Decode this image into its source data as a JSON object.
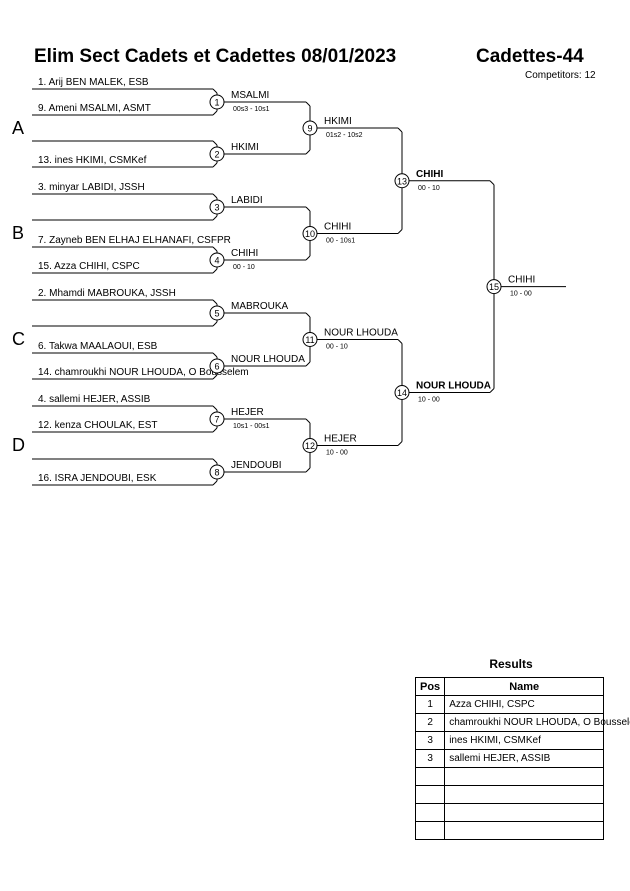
{
  "header": {
    "title": "Elim Sect Cadets et Cadettes  08/01/2023",
    "category": "Cadettes-44",
    "competitors": "Competitors: 12"
  },
  "pools": [
    "A",
    "B",
    "C",
    "D"
  ],
  "entrants": [
    "1. Arij BEN MALEK, ESB",
    "9. Ameni MSALMI, ASMT",
    "13. ines HKIMI, CSMKef",
    "3. minyar LABIDI, JSSH",
    "7. Zayneb BEN ELHAJ ELHANAFI, CSFPR",
    "15. Azza CHIHI, CSPC",
    "2. Mhamdi MABROUKA, JSSH",
    "6. Takwa MAALAOUI, ESB",
    "14. chamroukhi NOUR LHOUDA, O Bousselem",
    "4. sallemi HEJER, ASSIB",
    "12. kenza CHOULAK, EST",
    "16. ISRA JENDOUBI, ESK"
  ],
  "matches": [
    {
      "num": "1",
      "winner": "MSALMI",
      "score": "00s3 - 10s1"
    },
    {
      "num": "2",
      "winner": "HKIMI",
      "score": ""
    },
    {
      "num": "3",
      "winner": "LABIDI",
      "score": ""
    },
    {
      "num": "4",
      "winner": "CHIHI",
      "score": "00 - 10"
    },
    {
      "num": "5",
      "winner": "MABROUKA",
      "score": ""
    },
    {
      "num": "6",
      "winner": "NOUR LHOUDA",
      "score": ""
    },
    {
      "num": "7",
      "winner": "HEJER",
      "score": "10s1 - 00s1"
    },
    {
      "num": "8",
      "winner": "JENDOUBI",
      "score": ""
    },
    {
      "num": "9",
      "winner": "HKIMI",
      "score": "01s2 - 10s2"
    },
    {
      "num": "10",
      "winner": "CHIHI",
      "score": "00 - 10s1"
    },
    {
      "num": "11",
      "winner": "NOUR LHOUDA",
      "score": "00 - 10"
    },
    {
      "num": "12",
      "winner": "HEJER",
      "score": "10 - 00"
    },
    {
      "num": "13",
      "winner": "CHIHI",
      "score": "00 - 10"
    },
    {
      "num": "14",
      "winner": "NOUR LHOUDA",
      "score": "10 - 00"
    },
    {
      "num": "15",
      "winner": "CHIHI",
      "score": "10 - 00"
    }
  ],
  "results": {
    "title": "Results",
    "headers": [
      "Pos",
      "Name"
    ],
    "rows": [
      {
        "pos": "1",
        "name": "Azza CHIHI, CSPC"
      },
      {
        "pos": "2",
        "name": "chamroukhi NOUR LHOUDA, O Bousselem"
      },
      {
        "pos": "3",
        "name": "ines HKIMI, CSMKef"
      },
      {
        "pos": "3",
        "name": "sallemi HEJER, ASSIB"
      },
      {
        "pos": "",
        "name": ""
      },
      {
        "pos": "",
        "name": ""
      },
      {
        "pos": "",
        "name": ""
      },
      {
        "pos": "",
        "name": ""
      }
    ]
  }
}
